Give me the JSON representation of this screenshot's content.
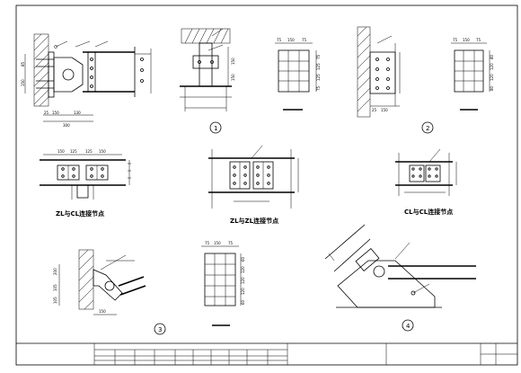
{
  "captions": {
    "zl_cl": "ZL与CL连接节点",
    "zl_zl": "ZL与ZL连接节点",
    "cl_cl": "CL与CL连接节点"
  },
  "detail_numbers": {
    "d1": "1",
    "d2": "2",
    "d3": "3",
    "d4": "4"
  },
  "dims": {
    "d1_bottom_a": "25",
    "d1_bottom_b": "150",
    "d1_bottom_c": "130",
    "d1_bottom_total": "300",
    "d1_left_a": "85",
    "d1_left_b": "150",
    "d1_mid_a": "150",
    "d1_mid_b": "150",
    "plate1_top_a": "75",
    "plate1_top_b": "150",
    "plate1_top_c": "75",
    "plate1_r1": "75",
    "plate1_r2": "125",
    "plate1_r3": "125",
    "plate1_r4": "75",
    "d2_bottom_a": "25",
    "d2_bottom_b": "150",
    "plate2_top_a": "75",
    "plate2_top_b": "150",
    "plate2_top_c": "75",
    "plate2_r1": "80",
    "plate2_r2": "120",
    "plate2_r3": "120",
    "plate2_r4": "80",
    "zlcl_top_a": "150",
    "zlcl_top_b": "125",
    "zlcl_top_c": "125",
    "zlcl_top_d": "150",
    "d3_left_a": "200",
    "d3_left_b": "105",
    "d3_left_c": "105",
    "d3_bottom": "150",
    "plate3_top_a": "75",
    "plate3_top_b": "150",
    "plate3_top_c": "75",
    "plate3_r1": "60",
    "plate3_r2": "120",
    "plate3_r3": "120",
    "plate3_r4": "120",
    "plate3_r5": "60"
  }
}
